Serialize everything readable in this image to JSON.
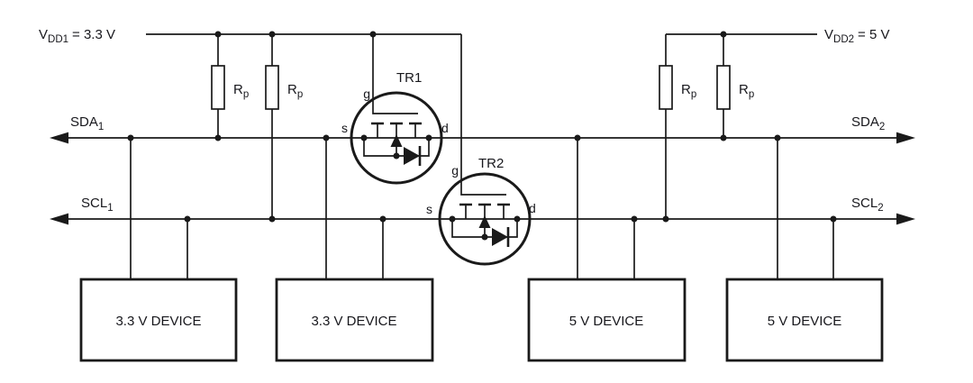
{
  "colors": {
    "ink": "#1a1a1a",
    "background": "#ffffff"
  },
  "power": {
    "vdd1": {
      "symbol": "V",
      "subscript": "DD1",
      "equals_value": "= 3.3 V"
    },
    "vdd2": {
      "symbol": "V",
      "subscript": "DD2",
      "equals_value": "= 5 V"
    }
  },
  "buses": {
    "sda1": {
      "name": "SDA",
      "subscript": "1"
    },
    "scl1": {
      "name": "SCL",
      "subscript": "1"
    },
    "sda2": {
      "name": "SDA",
      "subscript": "2"
    },
    "scl2": {
      "name": "SCL",
      "subscript": "2"
    }
  },
  "pullup_resistor": {
    "name": "R",
    "subscript": "p"
  },
  "transistors": {
    "tr1": {
      "designator": "TR1",
      "gate": "g",
      "source": "s",
      "drain": "d"
    },
    "tr2": {
      "designator": "TR2",
      "gate": "g",
      "source": "s",
      "drain": "d"
    }
  },
  "devices": [
    {
      "label": "3.3 V DEVICE"
    },
    {
      "label": "3.3 V DEVICE"
    },
    {
      "label": "5 V DEVICE"
    },
    {
      "label": "5 V DEVICE"
    }
  ]
}
